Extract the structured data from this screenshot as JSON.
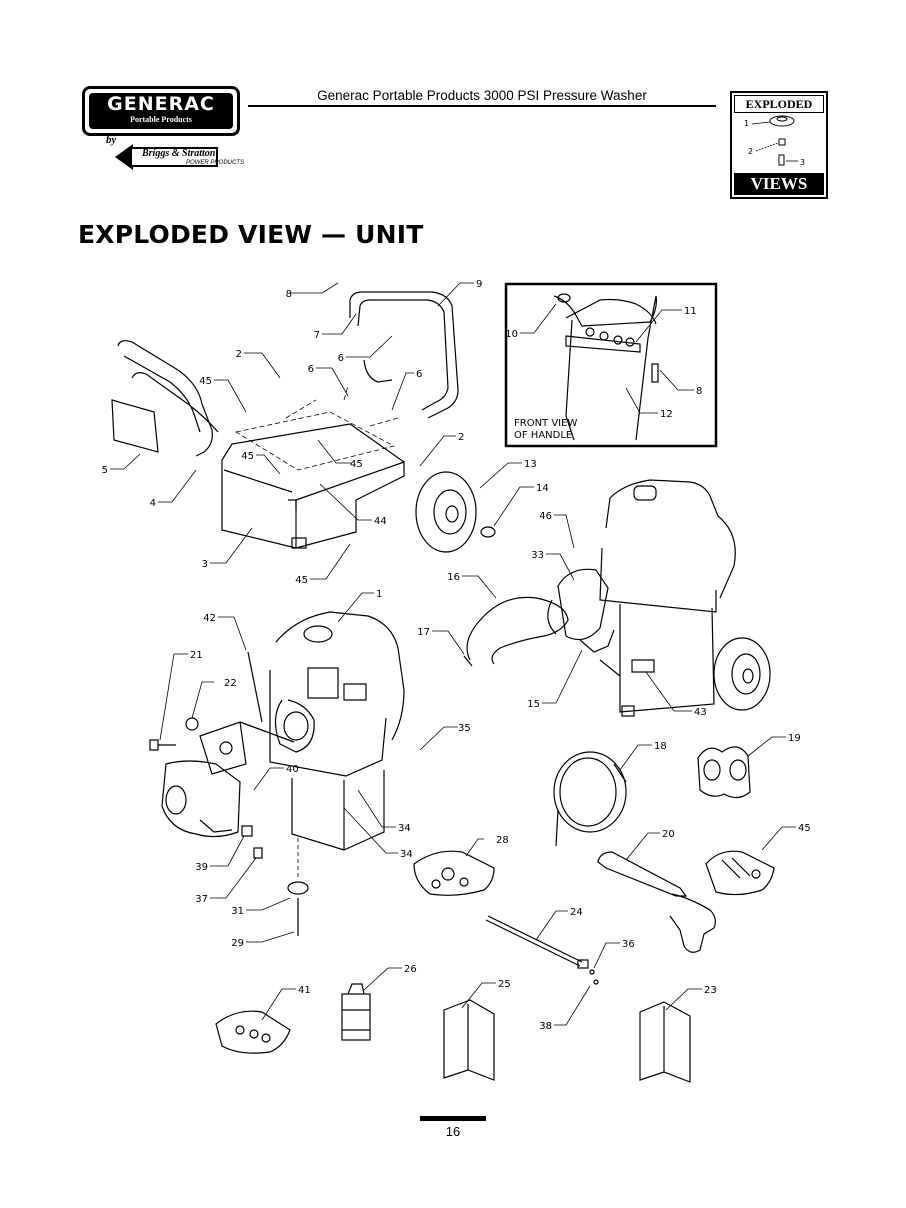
{
  "header": {
    "title": "Generac Portable Products 3000 PSI Pressure Washer",
    "logo": {
      "brand": "GENERAC",
      "subtitle": "Portable Products",
      "by": "by",
      "partner": "Briggs & Stratton",
      "partner_sub": "POWER PRODUCTS"
    },
    "badge": {
      "top": "EXPLODED",
      "bottom": "VIEWS",
      "callouts": [
        "1",
        "2",
        "3"
      ]
    }
  },
  "page_heading": "EXPLODED VIEW — UNIT",
  "inset": {
    "line1": "FRONT VIEW",
    "line2": "OF HANDLE"
  },
  "callouts": {
    "c1": "1",
    "c2": "2",
    "c3": "3",
    "c4": "4",
    "c5": "5",
    "c6": "6",
    "c7": "7",
    "c8": "8",
    "c9": "9",
    "c10": "10",
    "c11": "11",
    "c12": "12",
    "c13": "13",
    "c14": "14",
    "c15": "15",
    "c16": "16",
    "c17": "17",
    "c18": "18",
    "c19": "19",
    "c20": "20",
    "c21": "21",
    "c22": "22",
    "c23": "23",
    "c24": "24",
    "c25": "25",
    "c26": "26",
    "c28": "28",
    "c29": "29",
    "c31": "31",
    "c33": "33",
    "c34": "34",
    "c35": "35",
    "c36": "36",
    "c37": "37",
    "c38": "38",
    "c39": "39",
    "c40": "40",
    "c41": "41",
    "c42": "42",
    "c43": "43",
    "c45": "45",
    "c46": "46"
  },
  "page_number": "16"
}
